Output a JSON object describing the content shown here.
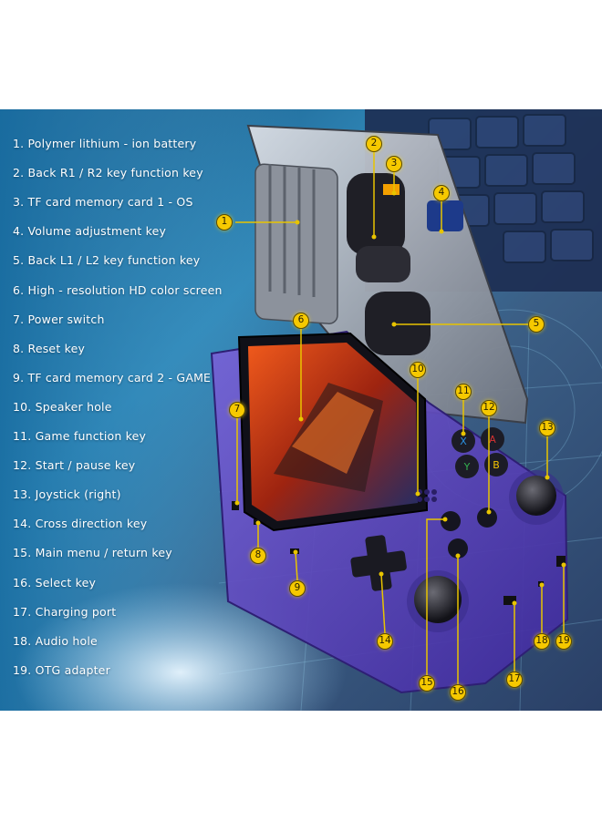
{
  "legend": [
    {
      "num": "1.",
      "label": "Polymer lithium - ion battery"
    },
    {
      "num": "2.",
      "label": "Back R1 / R2 key function key"
    },
    {
      "num": "3.",
      "label": "TF card memory card 1 - OS"
    },
    {
      "num": "4.",
      "label": "Volume adjustment key"
    },
    {
      "num": "5.",
      "label": "Back L1 / L2 key function key"
    },
    {
      "num": "6.",
      "label": "High - resolution HD color screen"
    },
    {
      "num": "7.",
      "label": "Power switch"
    },
    {
      "num": "8.",
      "label": "Reset key"
    },
    {
      "num": "9.",
      "label": "TF card memory card 2 - GAME"
    },
    {
      "num": "10.",
      "label": "Speaker hole"
    },
    {
      "num": "11.",
      "label": "Game function key"
    },
    {
      "num": "12.",
      "label": "Start / pause key"
    },
    {
      "num": "13.",
      "label": "Joystick (right)"
    },
    {
      "num": "14.",
      "label": "Cross direction key"
    },
    {
      "num": "15.",
      "label": "Main menu / return key"
    },
    {
      "num": "16.",
      "label": "Select key"
    },
    {
      "num": "17.",
      "label": "Charging port"
    },
    {
      "num": "18.",
      "label": "Audio hole"
    },
    {
      "num": "19.",
      "label": "OTG adapter"
    }
  ],
  "callouts": [
    "1",
    "2",
    "3",
    "4",
    "5",
    "6",
    "7",
    "8",
    "9",
    "10",
    "11",
    "12",
    "13",
    "14",
    "15",
    "16",
    "17",
    "18",
    "19"
  ],
  "face_buttons": {
    "x": "X",
    "y": "Y",
    "a": "A",
    "b": "B"
  },
  "colors": {
    "callout_fill": "#f6c900",
    "callout_line": "#e8c400",
    "device_body": "#5b3fb8",
    "legend_text": "#ffffff",
    "background_blue": "#2f7fb0"
  }
}
